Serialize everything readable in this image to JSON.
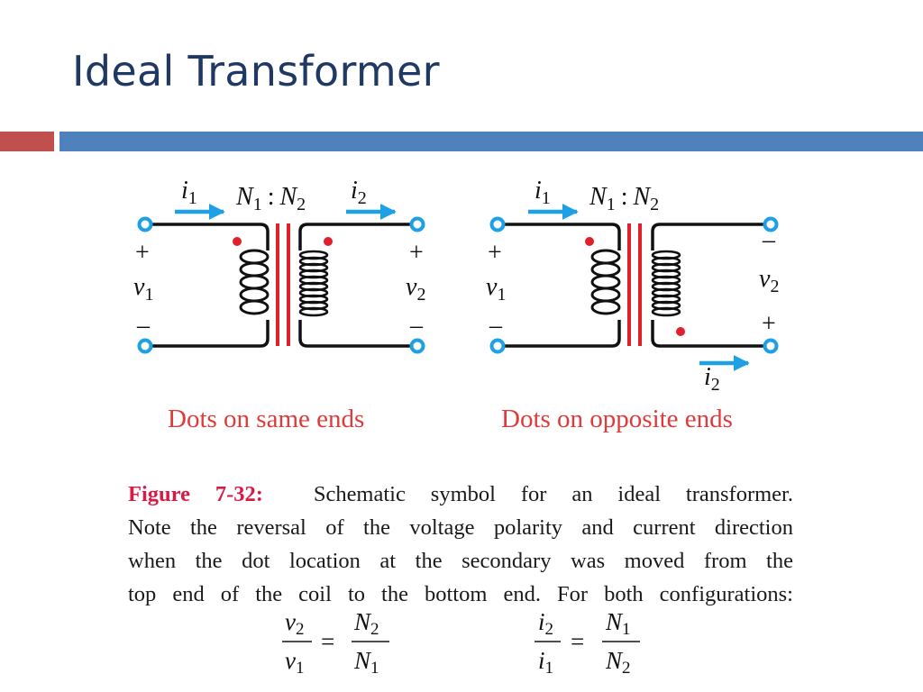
{
  "slide": {
    "title": "Ideal Transformer"
  },
  "colors": {
    "title": "#1f3864",
    "accent_red": "#c0504d",
    "accent_blue": "#4f81bd",
    "figure_label": "#d91a45",
    "caption_red": "#e03a3a",
    "current_arrow": "#1ea0e6",
    "terminal": "#1ea0e6",
    "dot": "#e0202a",
    "core": "#e0202a"
  },
  "diagram_left": {
    "caption": "Dots on same ends",
    "ratio_label": {
      "n1": "N",
      "n1_sub": "1",
      "sep": ":",
      "n2": "N",
      "n2_sub": "2"
    },
    "i1": {
      "base": "i",
      "sub": "1"
    },
    "i2": {
      "base": "i",
      "sub": "2"
    },
    "v1": {
      "base": "v",
      "sub": "1",
      "top": "+",
      "bottom": "–"
    },
    "v2": {
      "base": "v",
      "sub": "2",
      "top": "+",
      "bottom": "–"
    }
  },
  "diagram_right": {
    "caption": "Dots on opposite ends",
    "ratio_label": {
      "n1": "N",
      "n1_sub": "1",
      "sep": ":",
      "n2": "N",
      "n2_sub": "2"
    },
    "i1": {
      "base": "i",
      "sub": "1"
    },
    "i2": {
      "base": "i",
      "sub": "2"
    },
    "v1": {
      "base": "v",
      "sub": "1",
      "top": "+",
      "bottom": "–"
    },
    "v2": {
      "base": "v",
      "sub": "2",
      "top": "–",
      "bottom": "+"
    }
  },
  "figure": {
    "label": "Figure 7-32:",
    "line1_rest": "Schematic symbol for an ideal transformer.",
    "line2": "Note the reversal of the voltage polarity and current direction",
    "line3": "when the dot location at the secondary was moved from the",
    "line4": "top end of the coil to the bottom end.  For both configurations:"
  },
  "equations": {
    "voltage": {
      "num": "v",
      "num_sub": "2",
      "den": "v",
      "den_sub": "1",
      "eq": "=",
      "rnum": "N",
      "rnum_sub": "2",
      "rden": "N",
      "rden_sub": "1"
    },
    "current": {
      "num": "i",
      "num_sub": "2",
      "den": "i",
      "den_sub": "1",
      "eq": "=",
      "rnum": "N",
      "rnum_sub": "1",
      "rden": "N",
      "rden_sub": "2"
    }
  }
}
